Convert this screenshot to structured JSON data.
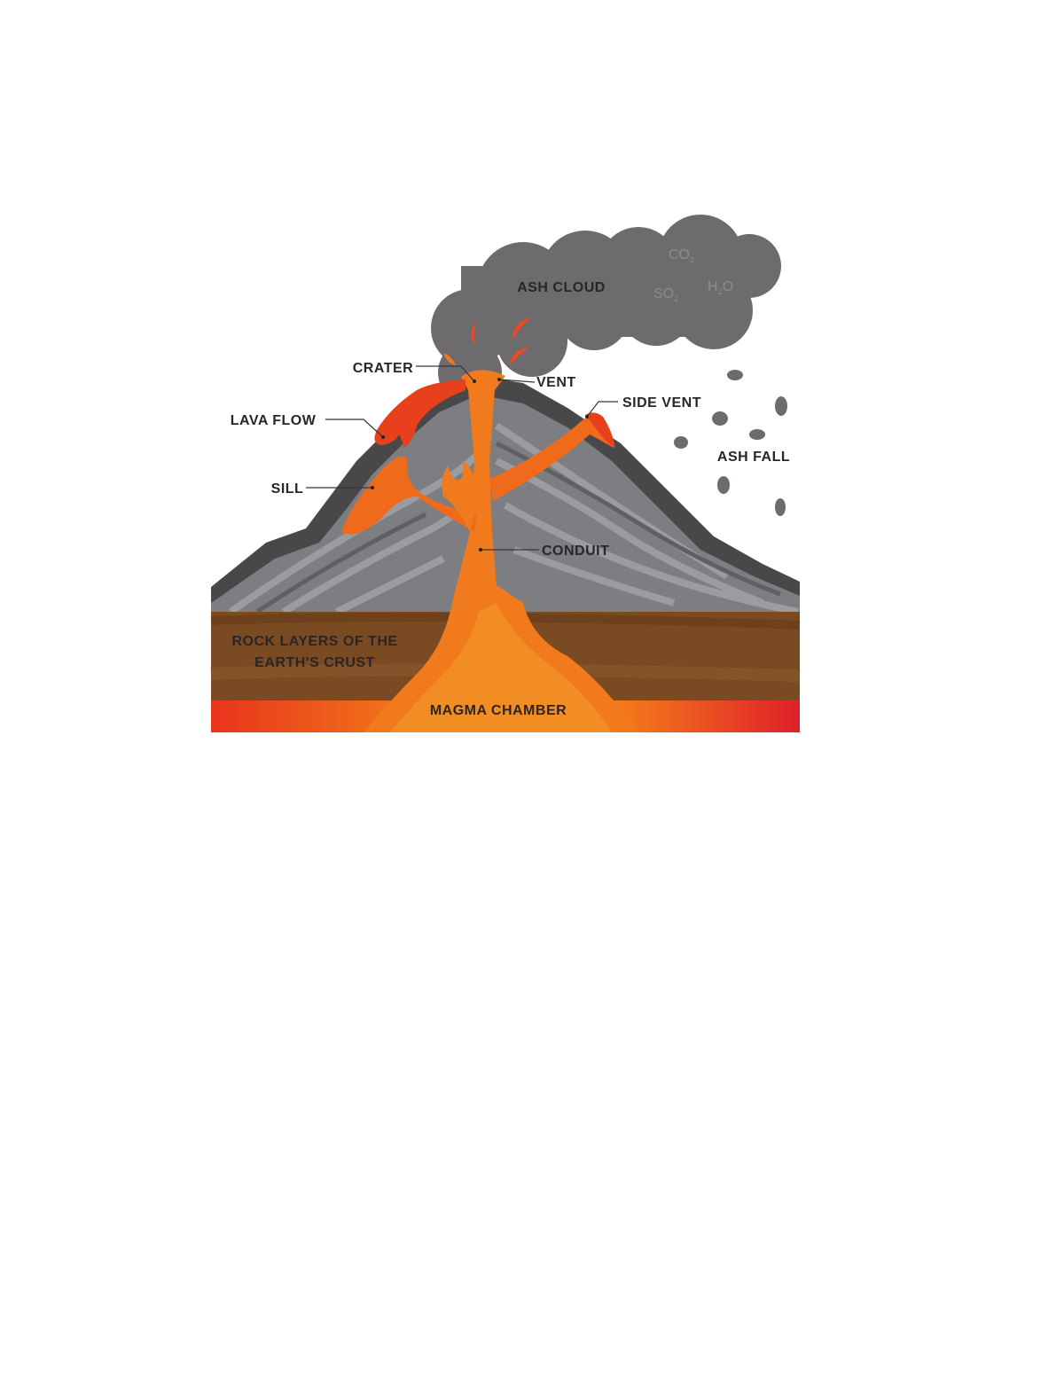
{
  "diagram": {
    "labels": {
      "ash_cloud": "ASH CLOUD",
      "crater": "CRATER",
      "vent": "VENT",
      "side_vent": "SIDE VENT",
      "lava_flow": "LAVA FLOW",
      "sill": "SILL",
      "conduit": "CONDUIT",
      "ash_fall": "ASH FALL",
      "rock_layers_line1": "ROCK LAYERS OF THE",
      "rock_layers_line2": "EARTH'S CRUST",
      "magma_chamber": "MAGMA CHAMBER"
    },
    "gases": {
      "co2": {
        "base": "CO",
        "sub": "2"
      },
      "so2": {
        "base": "SO",
        "sub": "2"
      },
      "h2o": {
        "base": "H",
        "sub": "2",
        "tail": "O"
      }
    },
    "colors": {
      "cloud": "#6d6b6d",
      "volcano_outline": "#4a4749",
      "volcano_rock": "#7c7e81",
      "rock_stripe": "#9a9ca0",
      "crust": "#7a4a22",
      "magma": "#f07a1c",
      "lava": "#e8401c"
    }
  }
}
